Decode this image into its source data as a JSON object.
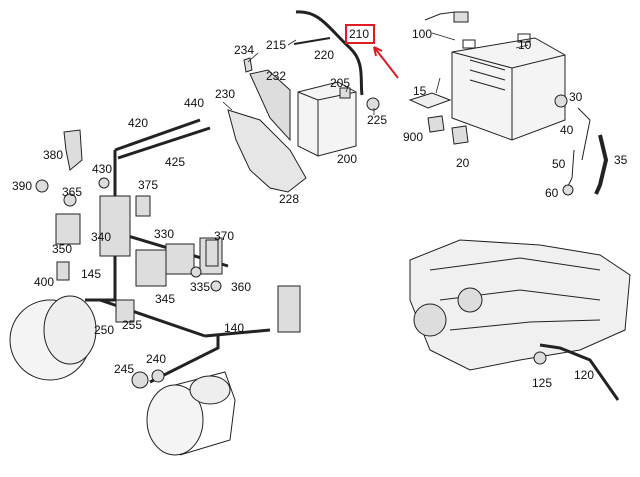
{
  "highlight": {
    "color": "#e11b22",
    "part": "210"
  },
  "labels": {
    "p10": "10",
    "p15": "15",
    "p20": "20",
    "p30": "30",
    "p35": "35",
    "p40": "40",
    "p50": "50",
    "p60": "60",
    "p100": "100",
    "p120": "120",
    "p125": "125",
    "p140": "140",
    "p145": "145",
    "p200": "200",
    "p205": "205",
    "p210": "210",
    "p215": "215",
    "p220": "220",
    "p225": "225",
    "p228": "228",
    "p230": "230",
    "p232": "232",
    "p234": "234",
    "p240": "240",
    "p245": "245",
    "p250": "250",
    "p255": "255",
    "p330": "330",
    "p335": "335",
    "p340": "340",
    "p345": "345",
    "p350": "350",
    "p360": "360",
    "p365": "365",
    "p370": "370",
    "p375": "375",
    "p380": "380",
    "p390": "390",
    "p400": "400",
    "p420": "420",
    "p425": "425",
    "p430": "430",
    "p440": "440",
    "p900": "900"
  }
}
